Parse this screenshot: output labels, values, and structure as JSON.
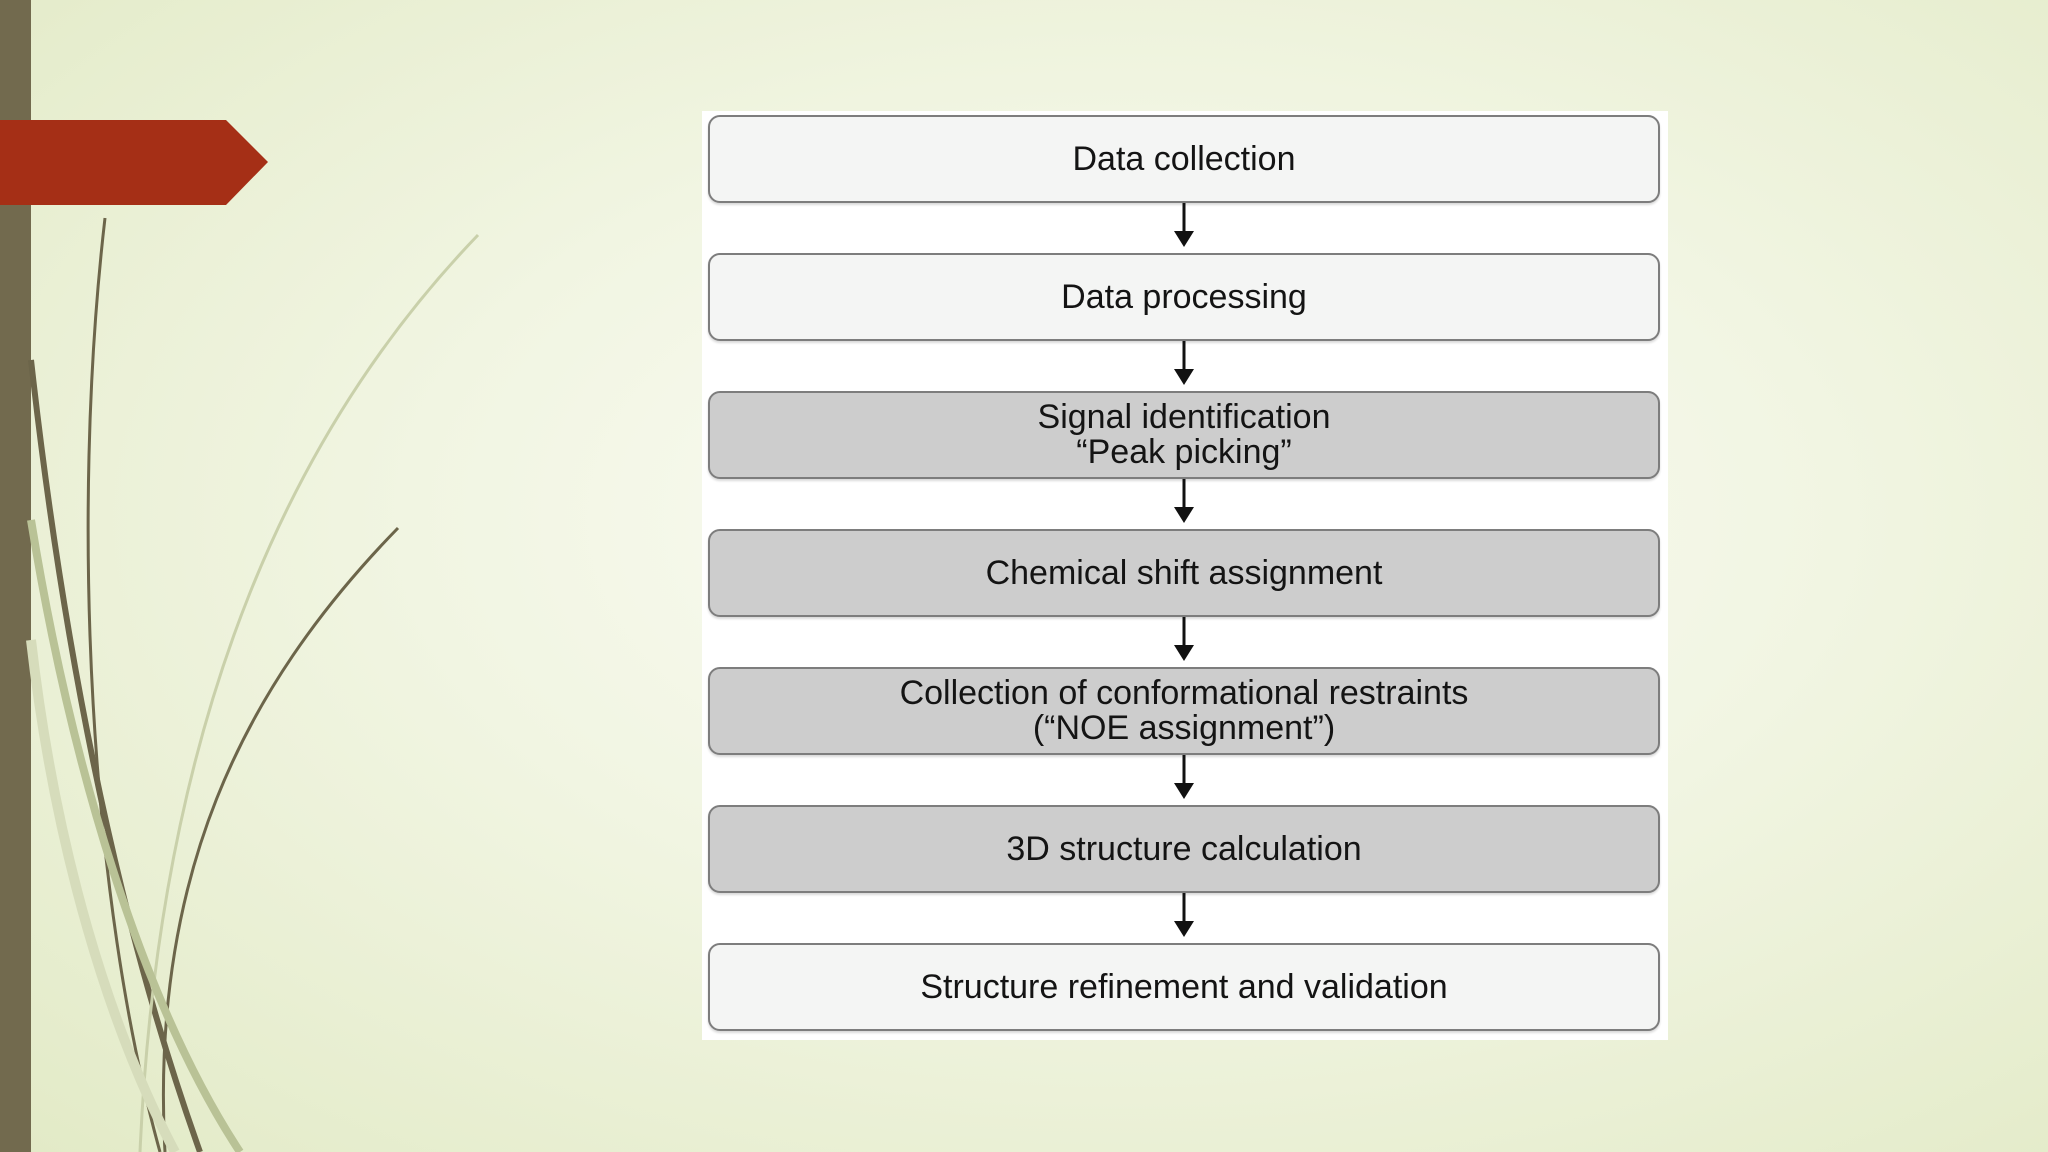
{
  "diagram": {
    "steps": [
      {
        "lines": [
          "Data collection"
        ],
        "shade": "light"
      },
      {
        "lines": [
          "Data processing"
        ],
        "shade": "light"
      },
      {
        "lines": [
          "Signal identification",
          "“Peak picking”"
        ],
        "shade": "dark"
      },
      {
        "lines": [
          "Chemical shift assignment"
        ],
        "shade": "dark"
      },
      {
        "lines": [
          "Collection of conformational restraints",
          "(“NOE assignment”)"
        ],
        "shade": "dark"
      },
      {
        "lines": [
          "3D structure calculation"
        ],
        "shade": "dark"
      },
      {
        "lines": [
          "Structure refinement and validation"
        ],
        "shade": "light"
      }
    ]
  },
  "colors": {
    "accent_ribbon": "#a52f16",
    "side_bar": "#726a4e",
    "light_step": "#f4f5f4",
    "dark_step": "#cdcdcd"
  }
}
